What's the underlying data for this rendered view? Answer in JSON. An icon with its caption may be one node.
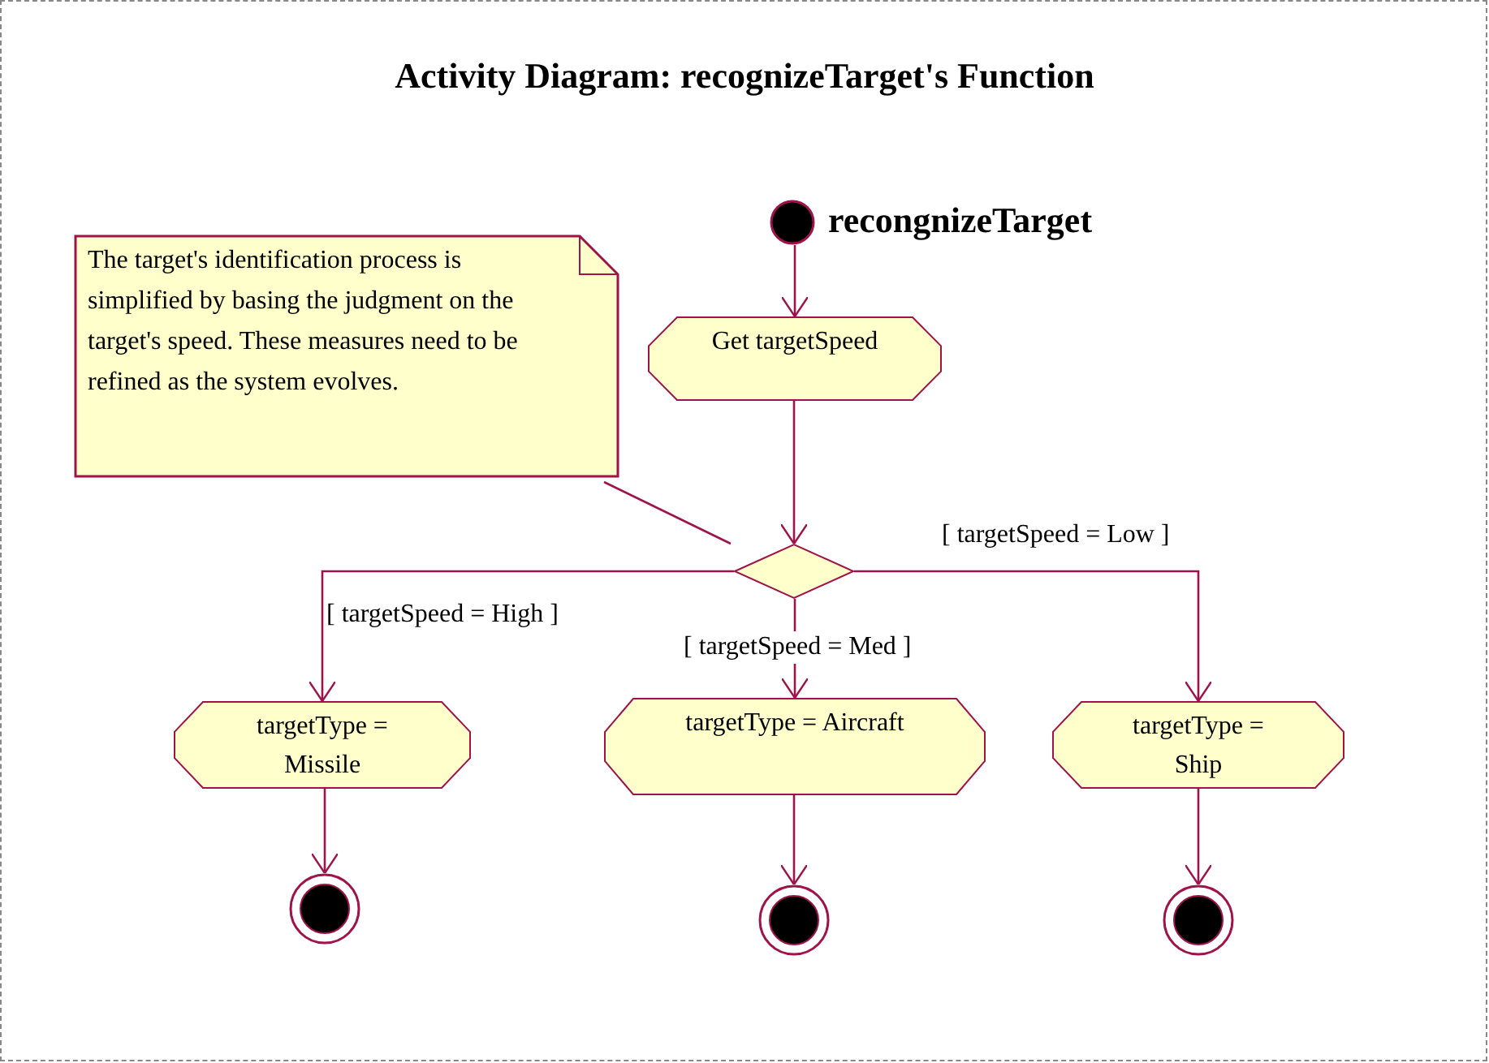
{
  "diagram": {
    "title": "Activity Diagram: recognizeTarget's Function",
    "nodes": [
      {
        "text": [
          "The target's identification process is simplified by basing the judgment on the target's speed. These measures need to be refined as the system evolves."
        ]
      },
      {
        "text": [],
        "shape": "dot",
        "beside": [
          "recongnizeTarget"
        ]
      },
      {
        "text": [
          "Get targetSpeed"
        ]
      },
      {
        "text": [],
        "shape": "diamond"
      },
      {
        "text": [
          "targetType = Missile"
        ]
      },
      {
        "text": [
          "targetType = Aircraft"
        ]
      },
      {
        "text": [
          "targetType = Ship"
        ]
      },
      {
        "text": [],
        "shape": "bullseye"
      },
      {
        "text": [],
        "shape": "bullseye"
      },
      {
        "text": [],
        "shape": "bullseye"
      }
    ],
    "edges": [
      {
        "from": 0,
        "to": 3,
        "arrow": "none"
      },
      {
        "from": 1,
        "to": 2,
        "arrow": "to"
      },
      {
        "from": 2,
        "to": 3,
        "arrow": "to"
      },
      {
        "from": 3,
        "to": 4,
        "arrow": "to",
        "label": "[ targetSpeed = High ]"
      },
      {
        "from": 3,
        "to": 5,
        "arrow": "to",
        "label": "[ targetSpeed = Med ]"
      },
      {
        "from": 3,
        "to": 6,
        "arrow": "to",
        "label": "[ targetSpeed = Low ]"
      },
      {
        "from": 4,
        "to": 7,
        "arrow": "to"
      },
      {
        "from": 5,
        "to": 8,
        "arrow": "to"
      },
      {
        "from": 6,
        "to": 9,
        "arrow": "to"
      }
    ]
  }
}
